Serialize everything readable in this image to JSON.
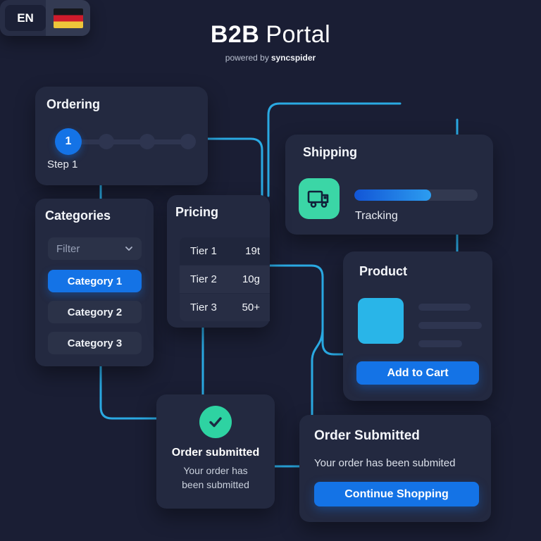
{
  "header": {
    "title_bold": "B2B",
    "title_light": "Portal",
    "powered_prefix": "powered by",
    "powered_brand": "syncspider"
  },
  "ordering": {
    "title": "Ordering",
    "active_step": "1",
    "step_label": "Step 1",
    "total_steps": 4
  },
  "language": {
    "code": "EN",
    "flag": "german-flag"
  },
  "shipping": {
    "title": "Shipping",
    "tracking_label": "Tracking",
    "progress_percent": 62
  },
  "categories": {
    "title": "Categories",
    "filter_placeholder": "Filter",
    "items": [
      {
        "label": "Category 1",
        "selected": true
      },
      {
        "label": "Category 2",
        "selected": false
      },
      {
        "label": "Category 3",
        "selected": false
      }
    ]
  },
  "pricing": {
    "title": "Pricing",
    "tiers": [
      {
        "label": "Tier 1",
        "value": "19t"
      },
      {
        "label": "Tier 2",
        "value": "10g"
      },
      {
        "label": "Tier 3",
        "value": "50+"
      }
    ]
  },
  "product": {
    "title": "Product",
    "add_to_cart_label": "Add to Cart"
  },
  "order_confirmation_card": {
    "title": "Order submitted",
    "message_line1": "Your order has",
    "message_line2": "been submitted"
  },
  "order_submitted_panel": {
    "title": "Order Submitted",
    "message": "Your order has been submited",
    "button_label": "Continue Shopping"
  },
  "colors": {
    "accent_blue": "#1473e6",
    "connector_cyan": "#2aa9e2",
    "success_green": "#2ed3a2",
    "product_blue": "#29b5e8",
    "background": "#1a1e34",
    "card": "#232940"
  }
}
